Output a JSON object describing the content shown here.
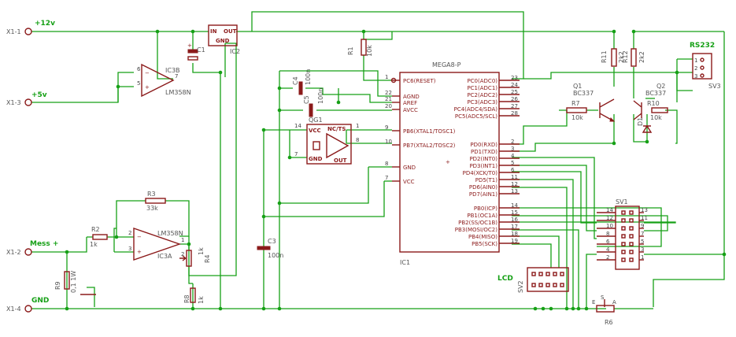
{
  "connectors": {
    "x11": "X1-1",
    "x13": "X1-3",
    "x12": "X1-2",
    "x14": "X1-4",
    "x11_net": "+12v",
    "x13_net": "+5v",
    "x12_net": "Mess +",
    "x14_net": "GND"
  },
  "regulator": {
    "name": "IC2",
    "in": "IN",
    "out": "OUT",
    "gnd": "GND"
  },
  "opamp_b": {
    "name": "IC3B",
    "type": "LM358N",
    "pin5": "5",
    "pin6": "6",
    "pin7": "7"
  },
  "opamp_a": {
    "name": "IC3A",
    "type": "LM358N",
    "pin1": "1",
    "pin2": "2",
    "pin3": "3"
  },
  "resistors": {
    "r1": "R1",
    "r1_val": "10k",
    "r2": "R2",
    "r2_val": "1k",
    "r3": "R3",
    "r3_val": "33k",
    "r4": "R4",
    "r4_val": "1k",
    "r6": "R6",
    "r7": "R7",
    "r7_val": "10k",
    "r8": "R8",
    "r8_val": "1k",
    "r9": "R9",
    "r9_val": "0,1 1W",
    "r10": "R10",
    "r10_val": "10k",
    "r11": "R11",
    "r11_val": "2k2",
    "r12": "R12",
    "r12_val": "2k2"
  },
  "capacitors": {
    "c1": "C1",
    "c3": "C3",
    "c3_val": "100n",
    "c4": "C4",
    "c4_val": "100n",
    "c5": "C5",
    "c5_val": "100n"
  },
  "oscillator": {
    "name": "QG1",
    "vcc": "VCC",
    "nc": "NC/TS",
    "gnd": "GND",
    "out": "OUT",
    "p14": "14",
    "p1": "1",
    "p7": "7",
    "p8": "8"
  },
  "mcu": {
    "name": "IC1",
    "type": "MEGA8-P",
    "left_pins": [
      {
        "label": "PC6(RESET)",
        "num": "1"
      },
      {
        "label": "AGND",
        "num": "22"
      },
      {
        "label": "AREF",
        "num": "21"
      },
      {
        "label": "AVCC",
        "num": "20"
      },
      {
        "label": "PB6(XTAL1/TOSC1)",
        "num": "9"
      },
      {
        "label": "PB7(XTAL2/TOSC2)",
        "num": "10"
      },
      {
        "label": "GND",
        "num": "8"
      },
      {
        "label": "VCC",
        "num": "7"
      }
    ],
    "right_pins": [
      {
        "label": "PC0(ADC0)",
        "num": "23"
      },
      {
        "label": "PC1(ADC1)",
        "num": "24"
      },
      {
        "label": "PC2(ADC2)",
        "num": "25"
      },
      {
        "label": "PC3(ADC3)",
        "num": "26"
      },
      {
        "label": "PC4(ADC4/SDA)",
        "num": "27"
      },
      {
        "label": "PC5(ADC5/SCL)",
        "num": "28"
      },
      {
        "label": "PD0(RXD)",
        "num": "2"
      },
      {
        "label": "PD1(TXD)",
        "num": "3"
      },
      {
        "label": "PD2(INT0)",
        "num": "4"
      },
      {
        "label": "PD3(INT1)",
        "num": "5"
      },
      {
        "label": "PD4(XCK/T0)",
        "num": "6"
      },
      {
        "label": "PD5(T1)",
        "num": "11"
      },
      {
        "label": "PD6(AIN0)",
        "num": "12"
      },
      {
        "label": "PD7(AIN1)",
        "num": "13"
      },
      {
        "label": "PB0(ICP)",
        "num": "14"
      },
      {
        "label": "PB1(OC1A)",
        "num": "15"
      },
      {
        "label": "PB2(SS/OC1B)",
        "num": "16"
      },
      {
        "label": "PB3(MOSI/OC2)",
        "num": "17"
      },
      {
        "label": "PB4(MISO)",
        "num": "18"
      },
      {
        "label": "PB5(SCK)",
        "num": "19"
      }
    ]
  },
  "transistors": {
    "q1": "Q1",
    "q1_type": "BC337",
    "q2": "Q2",
    "q2_type": "BC337",
    "d1": "D1"
  },
  "headers": {
    "sv1": "SV1",
    "sv2": "SV2",
    "sv3": "SV3",
    "sv1_left": [
      "14",
      "12",
      "10",
      "8",
      "6",
      "4",
      "2"
    ],
    "sv1_right": [
      "13",
      "11",
      "9",
      "7",
      "5",
      "3",
      "1"
    ],
    "sv3_pins": [
      "1",
      "2",
      "3"
    ],
    "lcd_label": "LCD",
    "rs232_label": "RS232"
  },
  "pot": {
    "e": "E",
    "a": "A",
    "s": "S"
  },
  "colors": {
    "wire": "#16a016",
    "part": "#8b1a1a",
    "label": "#555555"
  }
}
